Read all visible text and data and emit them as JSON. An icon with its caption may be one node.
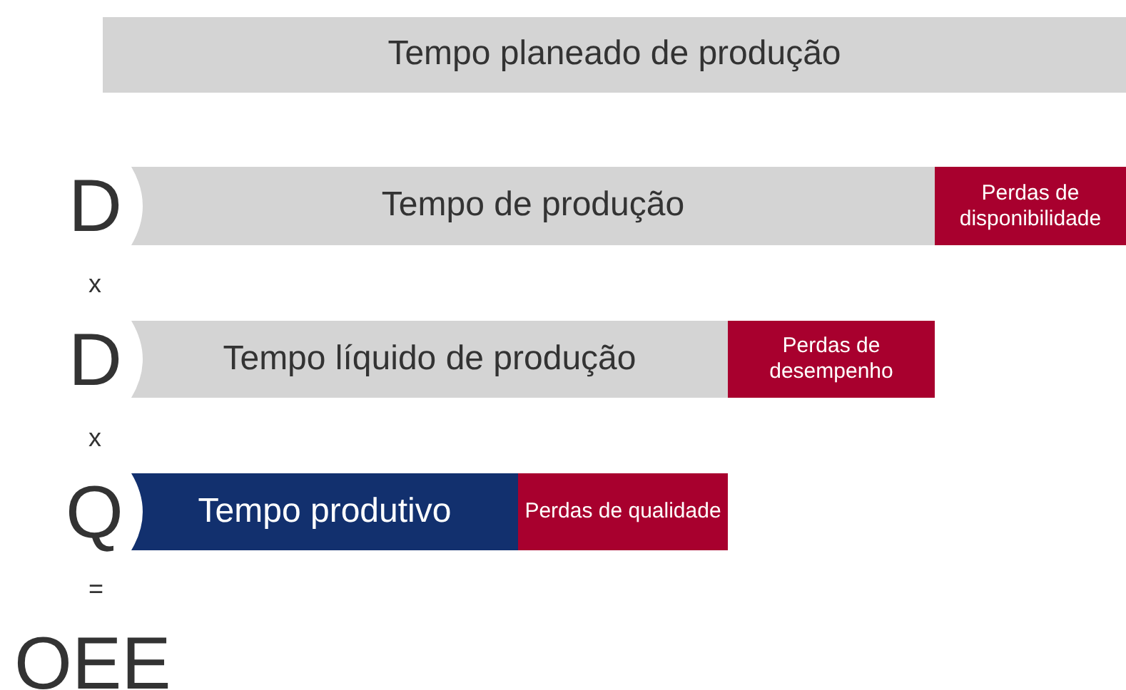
{
  "diagram": {
    "nodes": [
      {
        "text": [
          "Tempo planeado de produção"
        ]
      },
      {
        "text": [
          "Tempo de produção"
        ]
      },
      {
        "text": [
          "Perdas de disponibilidade"
        ]
      },
      {
        "text": [
          "Tempo líquido de produção"
        ]
      },
      {
        "text": [
          "Perdas de desempenho"
        ]
      },
      {
        "text": [
          "Tempo produtivo"
        ]
      },
      {
        "text": [
          "Perdas de qualidade"
        ]
      }
    ],
    "labels": [
      "D",
      "x",
      "D",
      "x",
      "Q",
      "=",
      "OEE"
    ]
  }
}
